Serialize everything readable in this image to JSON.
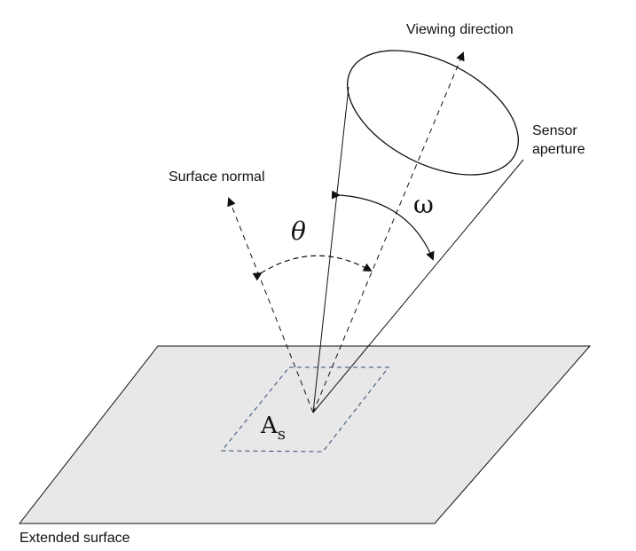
{
  "labels": {
    "viewing_direction": "Viewing direction",
    "sensor_line1": "Sensor",
    "sensor_line2": "aperture",
    "surface_normal": "Surface normal",
    "theta": "θ",
    "omega": "ω",
    "area_main": "A",
    "area_sub": "s",
    "extended_surface": "Extended surface"
  },
  "colors": {
    "surface_fill": "#e8e8e8",
    "footprint_stroke": "#2e4a72",
    "line": "#111111"
  }
}
